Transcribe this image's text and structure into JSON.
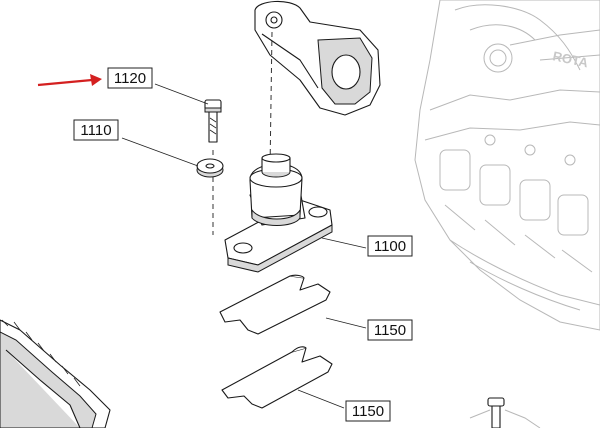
{
  "diagram": {
    "callouts": [
      {
        "id": "1120",
        "label": "1120"
      },
      {
        "id": "1110",
        "label": "1110"
      },
      {
        "id": "1100",
        "label": "1100"
      },
      {
        "id": "1150a",
        "label": "1150"
      },
      {
        "id": "1150b",
        "label": "1150"
      }
    ],
    "engine_text": "ROTA",
    "highlight_color": "#d42020"
  }
}
